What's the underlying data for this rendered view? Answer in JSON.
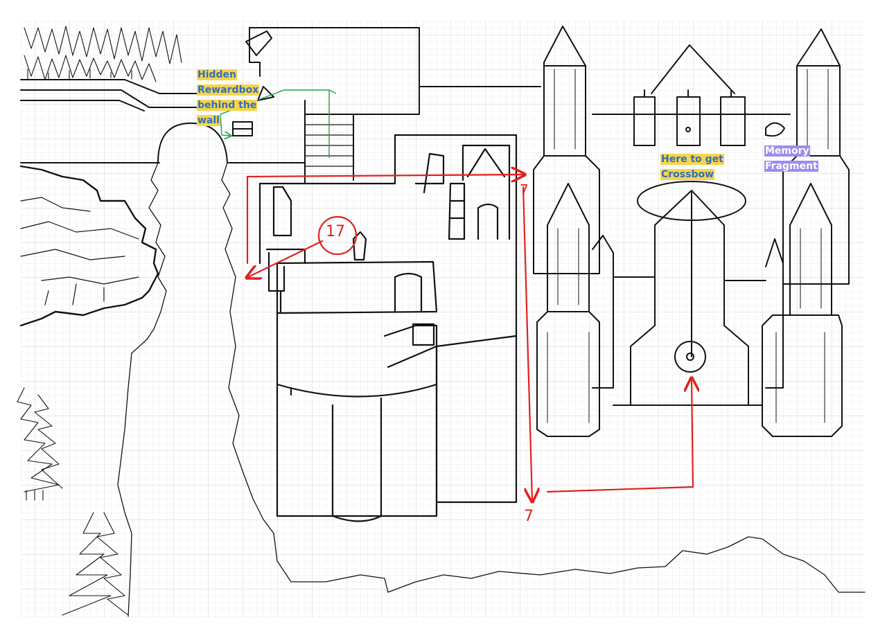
{
  "annotations": {
    "hidden_rewardbox": [
      "Hidden",
      "Rewardbox",
      "behind the",
      "wall"
    ],
    "crossbow": [
      "Here to get",
      "Crossbow"
    ],
    "memory_fragment": [
      "Memory",
      "Fragment"
    ]
  },
  "route": {
    "marker_number": "17",
    "label_top": "7",
    "label_bottom": "7"
  },
  "colors": {
    "route": "#e0211d",
    "secret_path": "#1aa34a",
    "highlight_yellow": "#f6d54a",
    "highlight_purple": "#9b8df0",
    "note_text_blue": "#2f6fc0",
    "ink": "#111111",
    "grid": "#dcdcdc"
  }
}
